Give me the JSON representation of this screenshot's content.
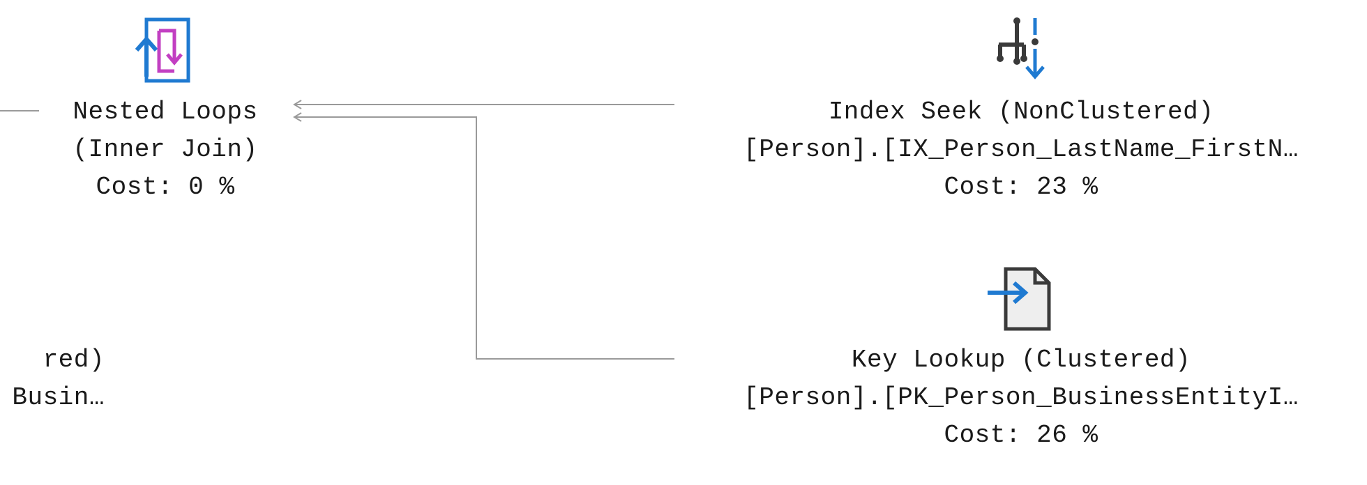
{
  "nodes": {
    "nested_loops": {
      "label": "Nested Loops",
      "subtype": "(Inner Join)",
      "cost": "Cost: 0 %",
      "icon": "nested-loops-icon"
    },
    "index_seek": {
      "label": "Index Seek (NonClustered)",
      "object": "[Person].[IX_Person_LastName_FirstN…",
      "cost": "Cost: 23 %",
      "icon": "index-seek-icon"
    },
    "key_lookup": {
      "label": "Key Lookup (Clustered)",
      "object": "[Person].[PK_Person_BusinessEntityI…",
      "cost": "Cost: 26 %",
      "icon": "key-lookup-icon"
    },
    "left_partial": {
      "line1": "red)",
      "line2": "Busin…"
    }
  },
  "colors": {
    "connector": "#9a9a9a",
    "icon_blue": "#1f7ad1",
    "icon_magenta": "#c23fc2",
    "icon_dark": "#3a3a3a"
  }
}
